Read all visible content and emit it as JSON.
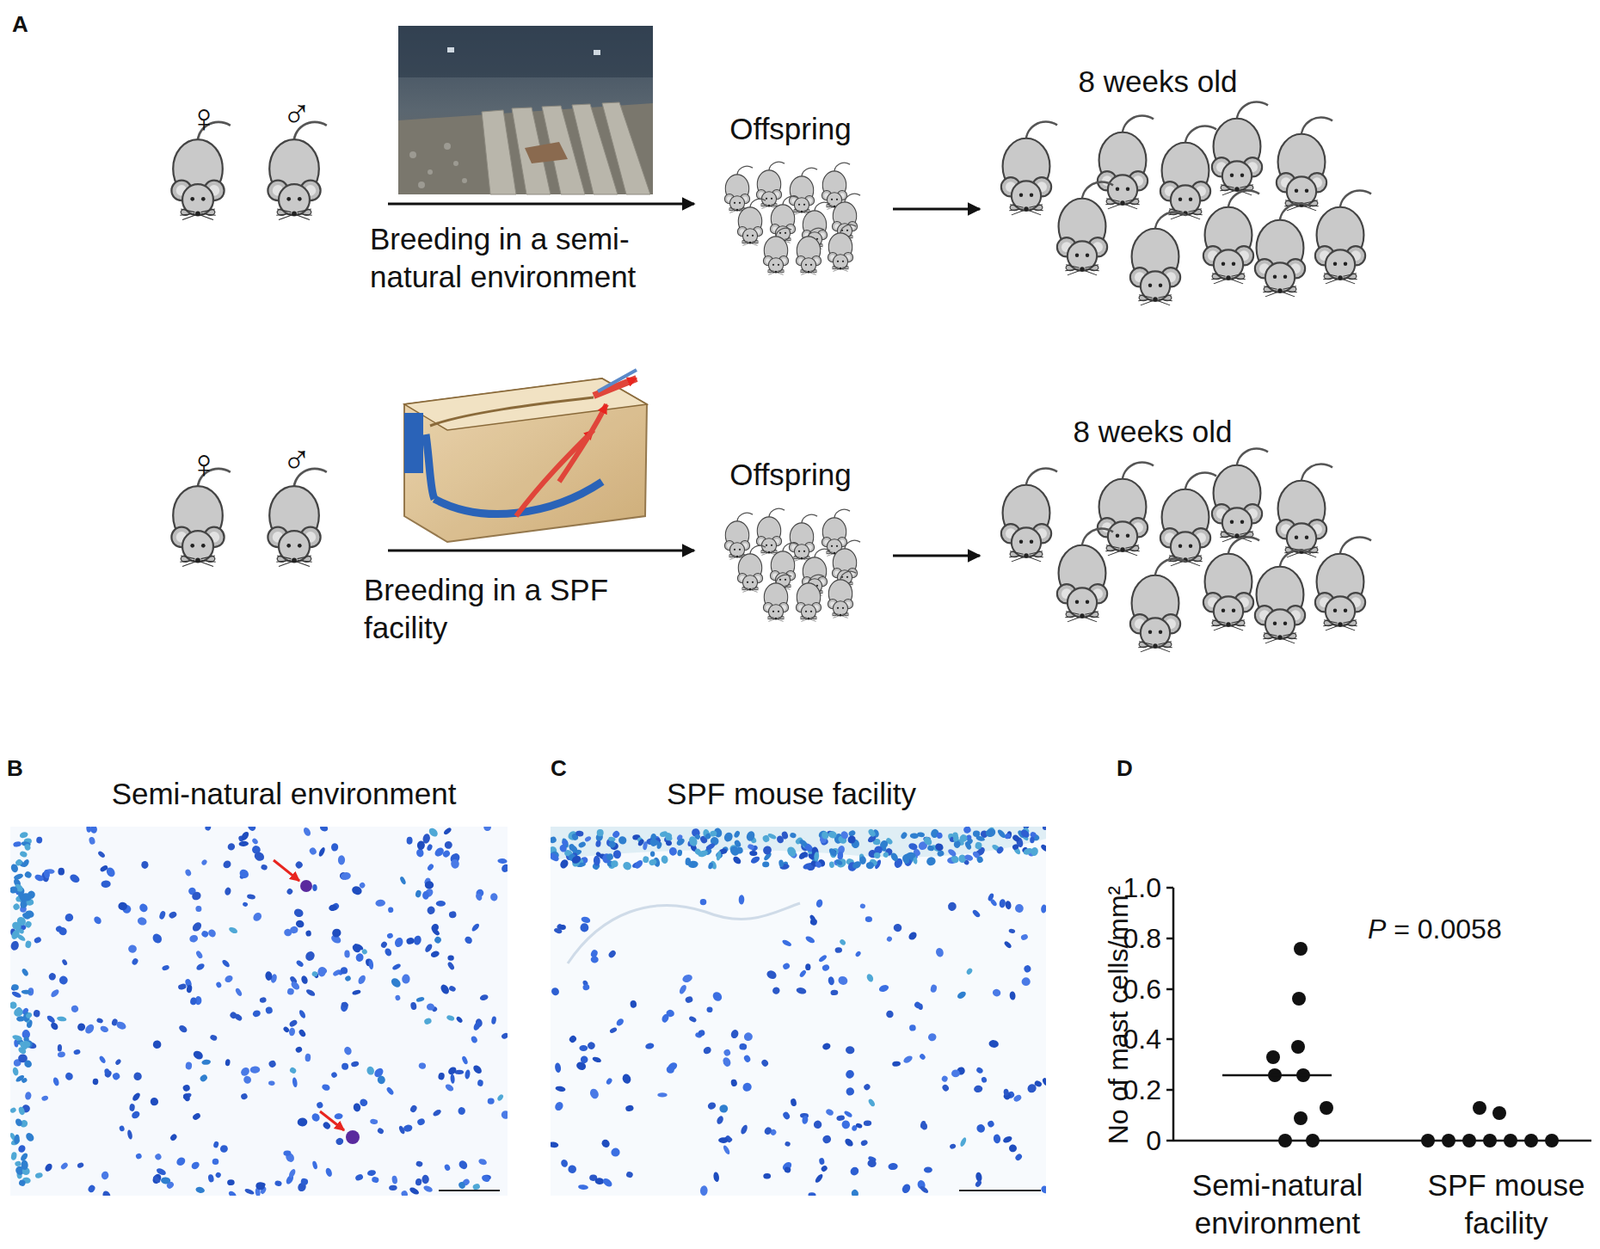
{
  "diagram": {
    "labels": [
      "A",
      "♀",
      "♂",
      "Breeding in a semi-natural environment",
      "Offspring",
      "8 weeks old",
      "♀",
      "♂",
      "Breeding in a SPF facility",
      "Offspring",
      "8 weeks old",
      "B",
      "Semi-natural environment",
      "C",
      "SPF mouse facility",
      "D",
      "1.0",
      "0.8",
      "0.6",
      "0.4",
      "0.2",
      "0",
      "P = 0.0058",
      "No of mast cells/mm²",
      "Semi-natural environment",
      "SPF mouse facility"
    ]
  }
}
